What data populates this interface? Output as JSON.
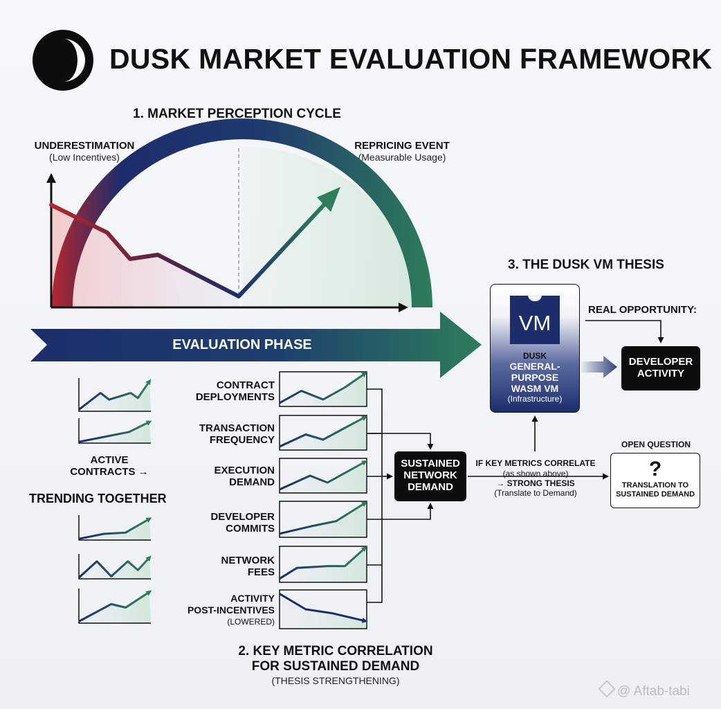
{
  "header": {
    "title": "DUSK MARKET EVALUATION FRAMEWORK"
  },
  "cycle": {
    "title": "1. MARKET PERCEPTION CYCLE",
    "left_label": "UNDERESTIMATION",
    "left_sub": "(Low Incentives)",
    "right_label": "REPRICING EVENT",
    "right_sub": "(Measurable Usage)"
  },
  "phase": {
    "label": "EVALUATION PHASE"
  },
  "trend": {
    "active_line1": "ACTIVE",
    "active_line2": "CONTRACTS →",
    "together": "TRENDING TOGETHER"
  },
  "metrics": {
    "items": [
      {
        "line1": "CONTRACT",
        "line2": "DEPLOYMENTS",
        "line3": ""
      },
      {
        "line1": "TRANSACTION",
        "line2": "FREQUENCY",
        "line3": ""
      },
      {
        "line1": "EXECUTION",
        "line2": "DEMAND",
        "line3": ""
      },
      {
        "line1": "DEVELOPER",
        "line2": "COMMITS",
        "line3": ""
      },
      {
        "line1": "NETWORK",
        "line2": "FEES",
        "line3": ""
      },
      {
        "line1": "ACTIVITY",
        "line2": "POST-INCENTIVES",
        "line3": "(LOWERED)"
      }
    ],
    "title_line1": "2. KEY METRIC CORRELATION",
    "title_line2": "FOR SUSTAINED DEMAND",
    "title_sub": "(THESIS STRENGTHENING)"
  },
  "sustained": {
    "line1": "SUSTAINED",
    "line2": "NETWORK",
    "line3": "DEMAND"
  },
  "correlate": {
    "line1": "IF KEY METRICS CORRELATE",
    "line2": "(as shown above)",
    "line3": "→ STRONG THESIS",
    "line4": "(Translate to Demand)"
  },
  "vm": {
    "title": "3. THE DUSK VM THESIS",
    "chip": "VM",
    "line1": "DUSK",
    "line2": "GENERAL-",
    "line3": "PURPOSE",
    "line4": "WASM VM",
    "line5": "(Infrastructure)",
    "opportunity": "REAL OPPORTUNITY:",
    "dev_line1": "DEVELOPER",
    "dev_line2": "ACTIVITY"
  },
  "open_question": {
    "title": "OPEN QUESTION",
    "mark": "?",
    "line1": "TRANSLATION TO",
    "line2": "SUSTAINED DEMAND"
  },
  "watermark": {
    "text": "@ Aftab-tabi"
  },
  "colors": {
    "navy": "#1c2d6b",
    "green": "#2e7d5b",
    "red": "#b3262e",
    "black": "#0d0d0d"
  }
}
